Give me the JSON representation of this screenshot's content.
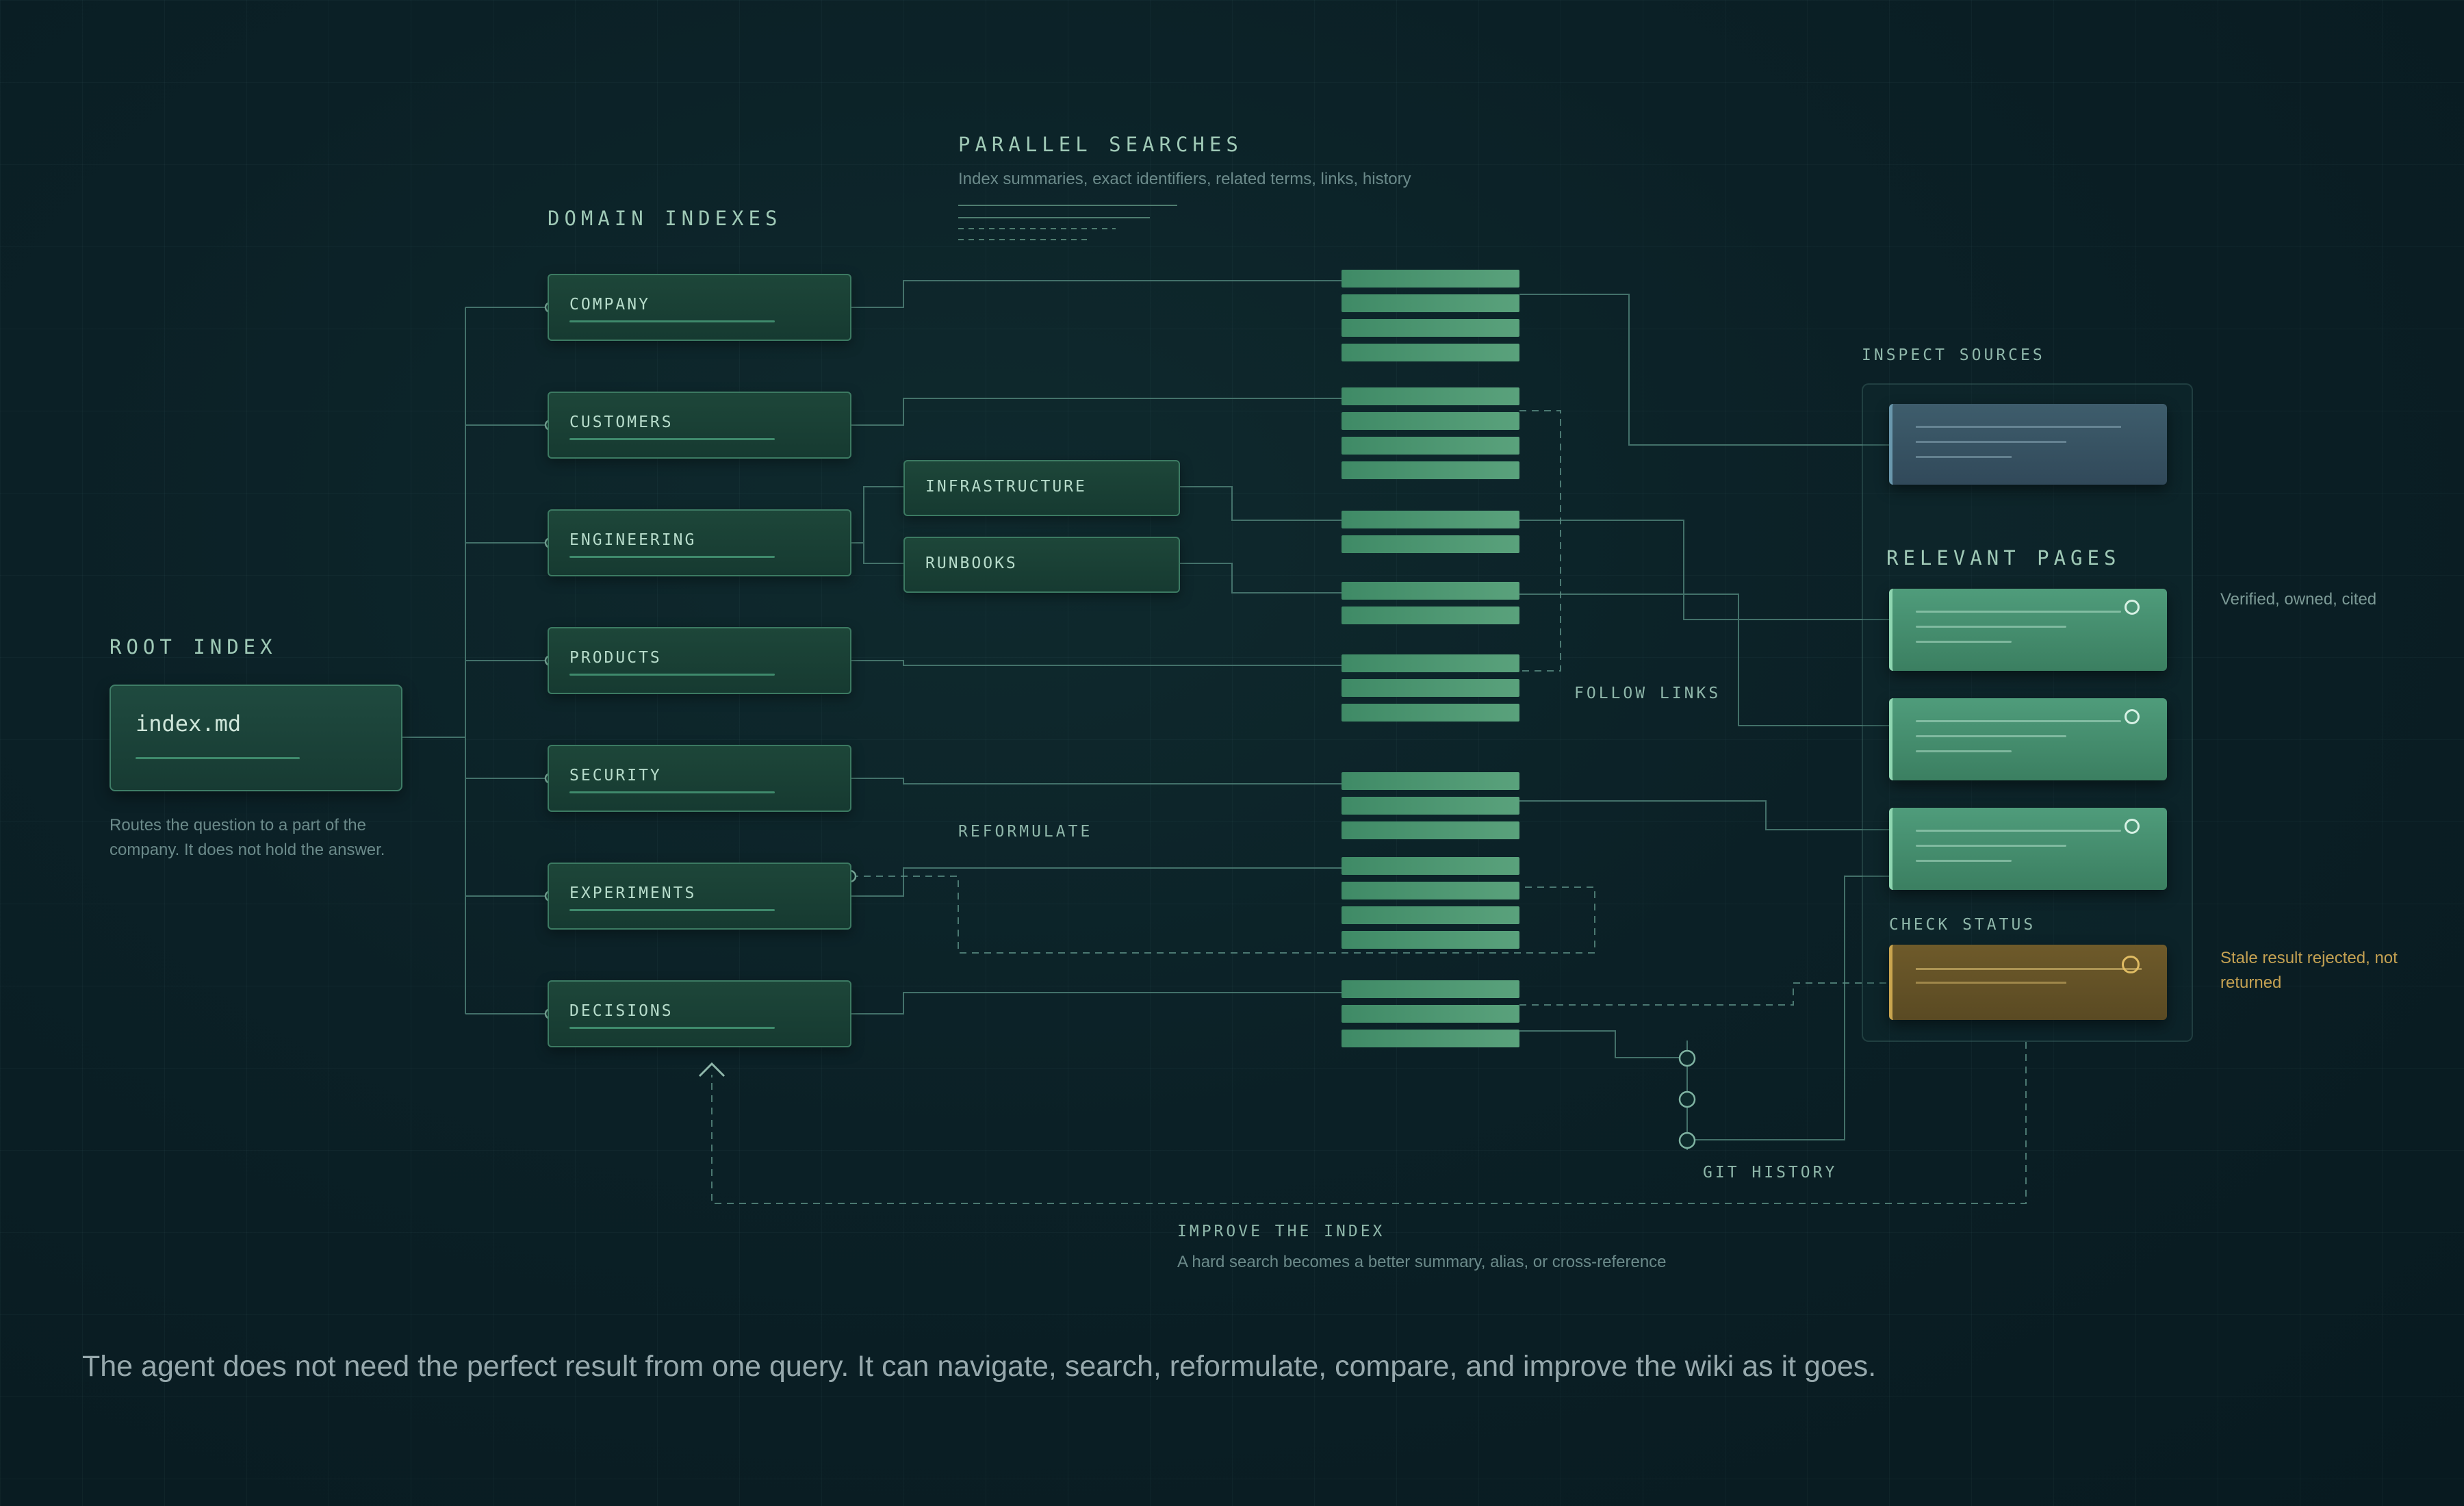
{
  "headings": {
    "parallel_searches": "PARALLEL SEARCHES",
    "parallel_searches_sub": "Index summaries, exact identifiers, related terms, links, history",
    "domain_indexes": "DOMAIN INDEXES",
    "root_index": "ROOT INDEX",
    "inspect_sources": "INSPECT SOURCES",
    "relevant_pages": "RELEVANT PAGES",
    "follow_links": "FOLLOW LINKS",
    "reformulate": "REFORMULATE",
    "check_status": "CHECK STATUS",
    "git_history": "GIT HISTORY",
    "improve_index": "IMPROVE THE INDEX",
    "improve_index_sub": "A hard search becomes a better summary, alias, or cross-reference"
  },
  "root": {
    "file": "index.md",
    "note": "Routes the question to a part of the company. It does not hold the answer."
  },
  "domains": [
    "COMPANY",
    "CUSTOMERS",
    "ENGINEERING",
    "PRODUCTS",
    "SECURITY",
    "EXPERIMENTS",
    "DECISIONS"
  ],
  "sub_domains": [
    "INFRASTRUCTURE",
    "RUNBOOKS"
  ],
  "notes": {
    "verified": "Verified, owned, cited",
    "stale": "Stale result rejected, not returned"
  },
  "footer": "The agent does not need the perfect result from one query. It can navigate, search, reformulate, compare, and improve the wiki as it goes.",
  "colors": {
    "background": "#0b2026",
    "box": "#1d4639",
    "result": "#4f9c7b",
    "source": "#3e5d6c",
    "stale": "#c9a54f"
  }
}
